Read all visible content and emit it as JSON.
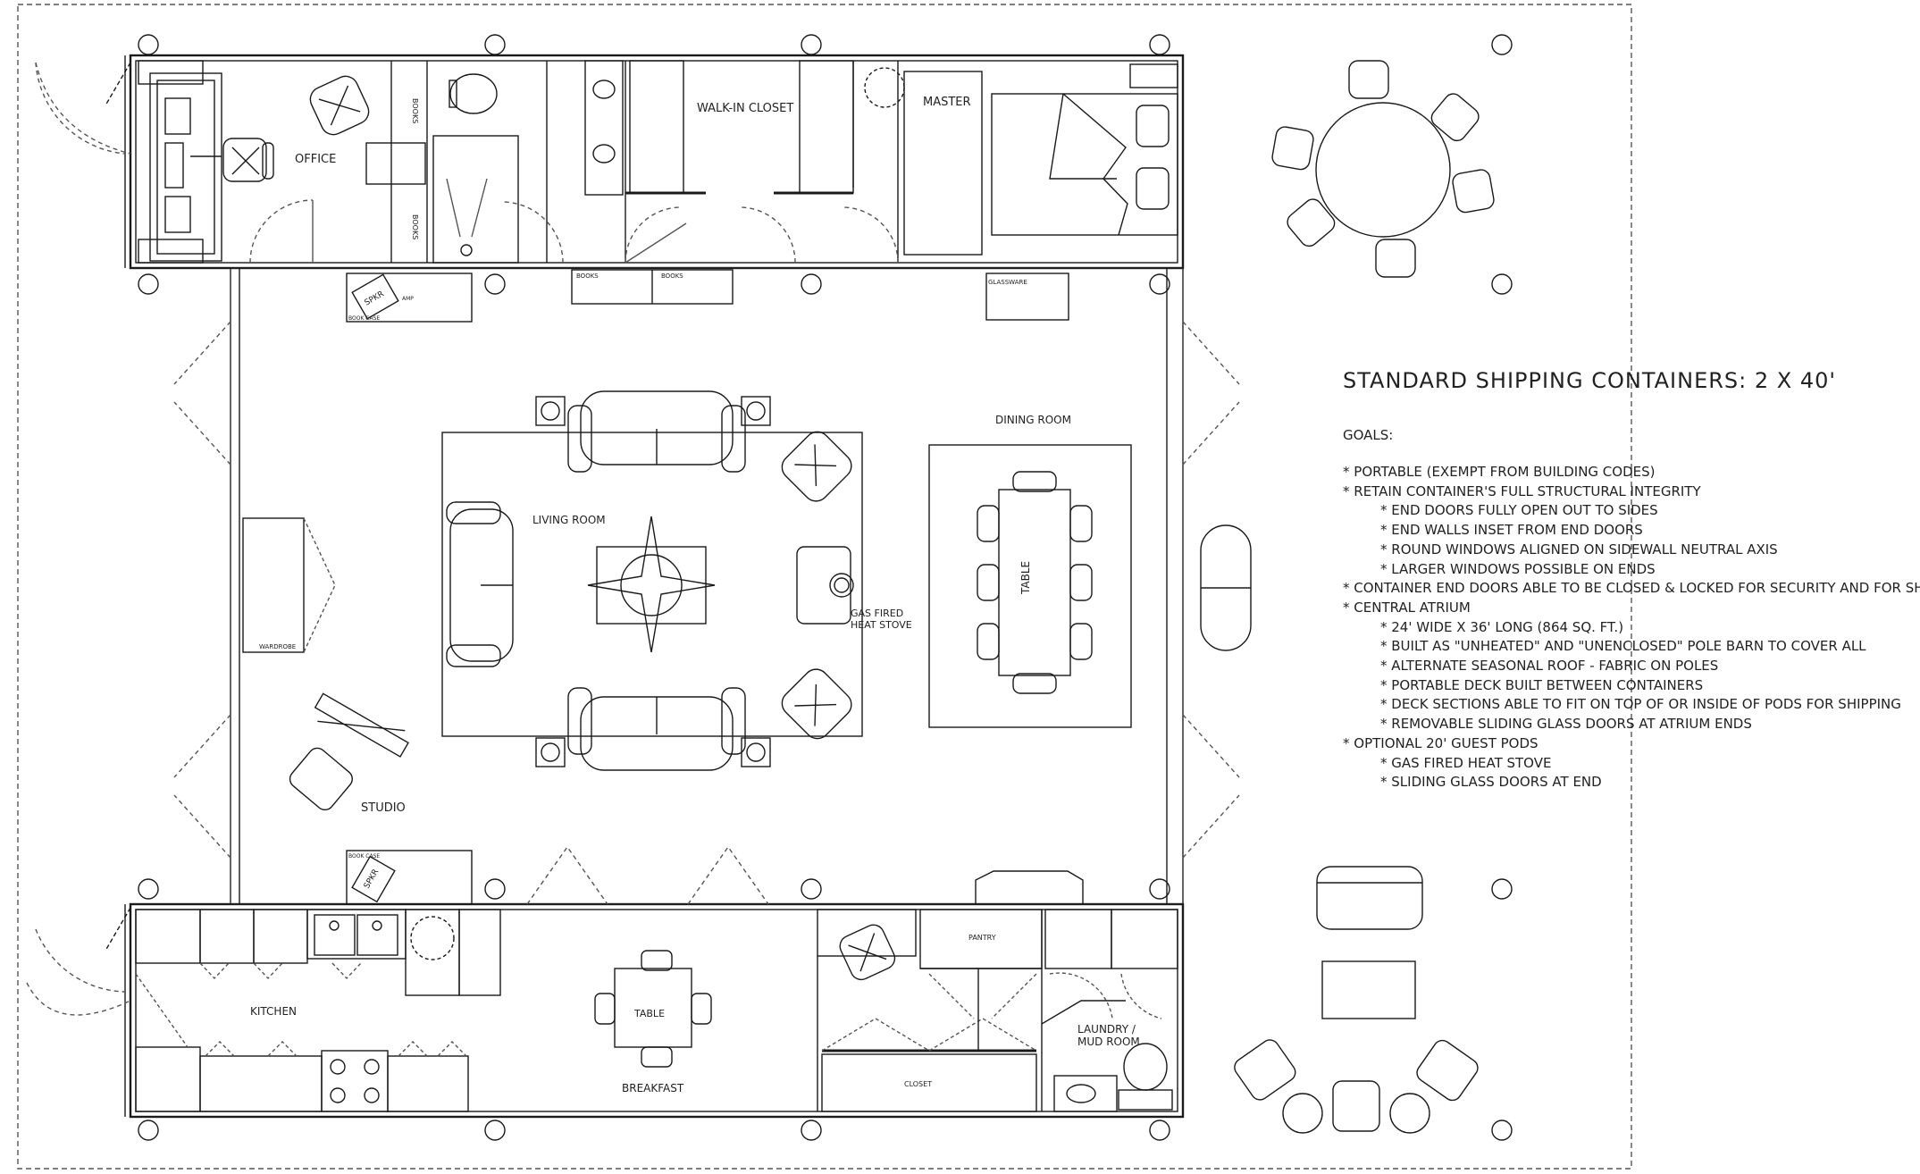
{
  "rooms": {
    "office": "OFFICE",
    "walkin_closet": "WALK-IN CLOSET",
    "master": "MASTER",
    "living_room": "LIVING ROOM",
    "dining_room": "DINING ROOM",
    "studio": "STUDIO",
    "kitchen": "KITCHEN",
    "breakfast": "BREAKFAST",
    "laundry_line1": "LAUNDRY /",
    "laundry_line2": "MUD ROOM",
    "pantry": "PANTRY",
    "closet": "CLOSET"
  },
  "labels": {
    "books_1": "BOOKS",
    "books_2": "BOOKS",
    "books_3": "BOOKS",
    "books_4": "BOOKS",
    "glassware": "GLASSWARE",
    "wardrobe": "WARDROBE",
    "book_case_top": "BOOK CASE",
    "book_case_bottom": "BOOK CASE",
    "amp": "AMP",
    "spkr_top": "SPKR",
    "spkr_bottom": "SPKR",
    "table_dining": "TABLE",
    "table_breakfast": "TABLE",
    "stove_line1": "GAS FIRED",
    "stove_line2": "HEAT STOVE"
  },
  "notes": {
    "title": "STANDARD SHIPPING CONTAINERS:  2  X 40'",
    "goals_heading": "GOALS:",
    "items": [
      {
        "level": 1,
        "text": "* PORTABLE (EXEMPT FROM BUILDING CODES)"
      },
      {
        "level": 1,
        "text": "* RETAIN CONTAINER'S FULL STRUCTURAL INTEGRITY"
      },
      {
        "level": 2,
        "text": "* END DOORS FULLY OPEN OUT TO SIDES"
      },
      {
        "level": 2,
        "text": "* END WALLS INSET FROM END DOORS"
      },
      {
        "level": 2,
        "text": "* ROUND WINDOWS ALIGNED ON SIDEWALL NEUTRAL AXIS"
      },
      {
        "level": 2,
        "text": "* LARGER WINDOWS POSSIBLE ON ENDS"
      },
      {
        "level": 1,
        "text": "* CONTAINER END DOORS ABLE TO BE CLOSED & LOCKED FOR SECURITY AND FOR SHIPPING"
      },
      {
        "level": 1,
        "text": "* CENTRAL ATRIUM"
      },
      {
        "level": 2,
        "text": "* 24' WIDE X 36' LONG (864 SQ. FT.)"
      },
      {
        "level": 2,
        "text": "* BUILT AS \"UNHEATED\" AND \"UNENCLOSED\" POLE BARN TO COVER ALL"
      },
      {
        "level": 2,
        "text": "* ALTERNATE SEASONAL ROOF - FABRIC ON POLES"
      },
      {
        "level": 2,
        "text": "* PORTABLE DECK BUILT BETWEEN CONTAINERS"
      },
      {
        "level": 2,
        "text": "* DECK SECTIONS ABLE TO FIT ON TOP OF OR INSIDE OF PODS FOR SHIPPING"
      },
      {
        "level": 2,
        "text": "* REMOVABLE SLIDING GLASS DOORS AT ATRIUM ENDS"
      },
      {
        "level": 1,
        "text": "* OPTIONAL 20' GUEST PODS"
      },
      {
        "level": 2,
        "text": "* GAS FIRED HEAT STOVE"
      },
      {
        "level": 2,
        "text": "* SLIDING GLASS DOORS AT END"
      }
    ]
  },
  "colors": {
    "line": "#1a1a1a",
    "dash": "#555555",
    "background": "#ffffff"
  }
}
